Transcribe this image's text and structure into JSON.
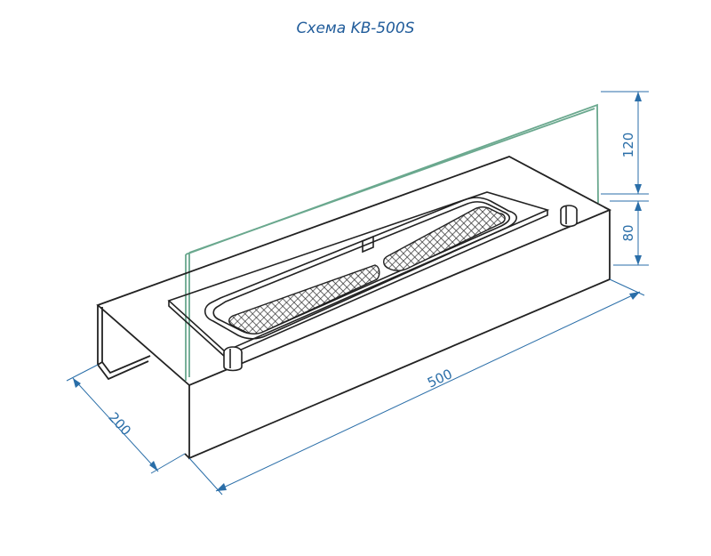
{
  "title": "Схема KB-500S",
  "dimensions": {
    "length": "500",
    "depth": "200",
    "body_height": "80",
    "glass_height": "120"
  },
  "colors": {
    "title": "#1f5b9a",
    "dimension": "#2a6ea8",
    "outline": "#222222",
    "glass": "#6aa88e",
    "mesh": "#333333"
  }
}
